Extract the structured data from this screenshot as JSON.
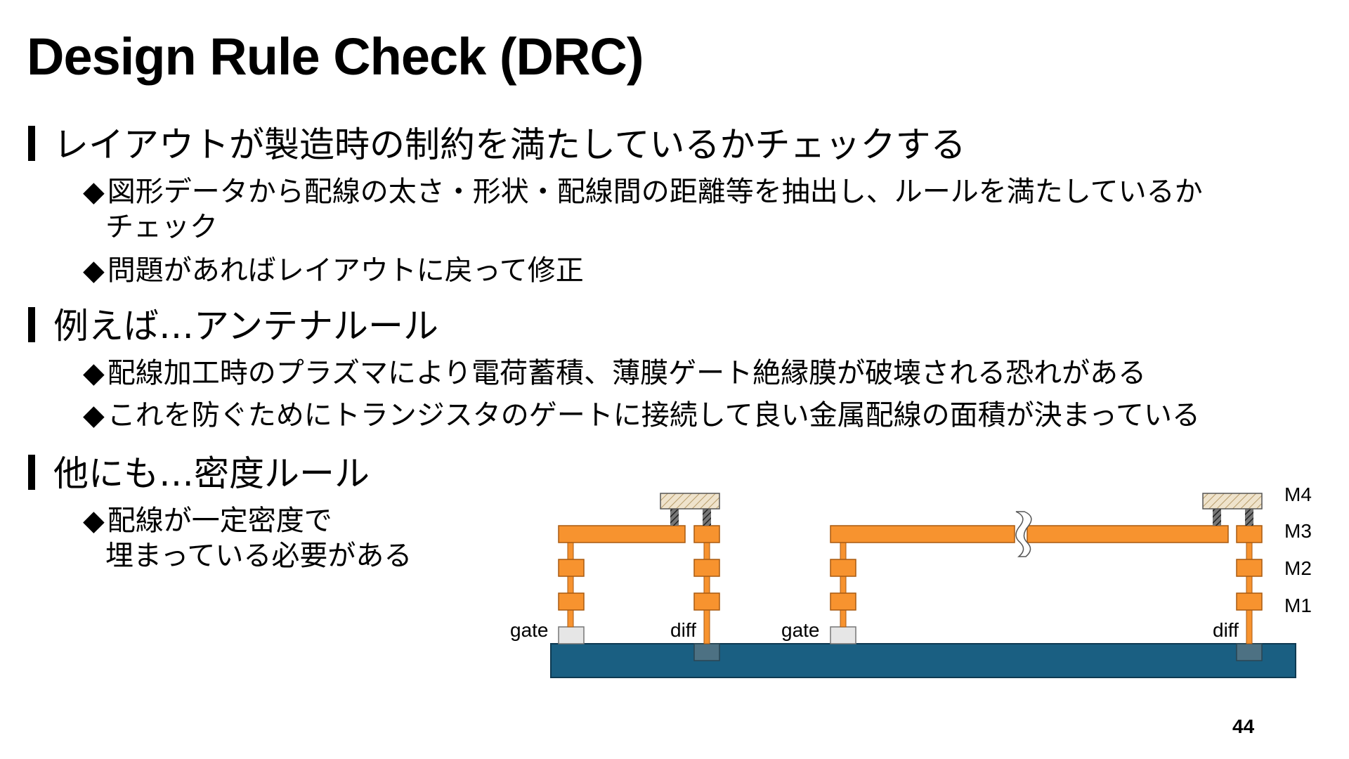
{
  "slide": {
    "title": "Design Rule Check (DRC)",
    "page_number": "44"
  },
  "bullets": [
    {
      "text": "レイアウトが製造時の制約を満たしているかチェックする",
      "sub": [
        {
          "marker": "◆",
          "line1": "図形データから配線の太さ・形状・配線間の距離等を抽出し、ルールを満たしているか",
          "line2": "チェック"
        },
        {
          "marker": "◆",
          "line1": "問題があればレイアウトに戻って修正"
        }
      ]
    },
    {
      "text": "例えば…アンテナルール",
      "sub": [
        {
          "marker": "◆",
          "line1": "配線加工時のプラズマにより電荷蓄積、薄膜ゲート絶縁膜が破壊される恐れがある"
        },
        {
          "marker": "◆",
          "line1": "これを防ぐためにトランジスタのゲートに接続して良い金属配線の面積が決まっている"
        }
      ]
    },
    {
      "text": "他にも…密度ルール",
      "sub": [
        {
          "marker": "◆",
          "line1": "配線が一定密度で",
          "line2": "埋まっている必要がある"
        }
      ]
    }
  ],
  "diagram": {
    "layer_labels": {
      "m4": "M4",
      "m3": "M3",
      "m2": "M2",
      "m1": "M1"
    },
    "terminal_labels": {
      "gate_left": "gate",
      "diff_left": "diff",
      "gate_right": "gate",
      "diff_right": "diff"
    },
    "colors": {
      "metal": "#f7932f",
      "metal_stroke": "#a85a10",
      "substrate": "#1a5f82",
      "diff": "#4d7183",
      "gate": "#e6e6e6",
      "m4_fill": "#efe3cc"
    }
  }
}
